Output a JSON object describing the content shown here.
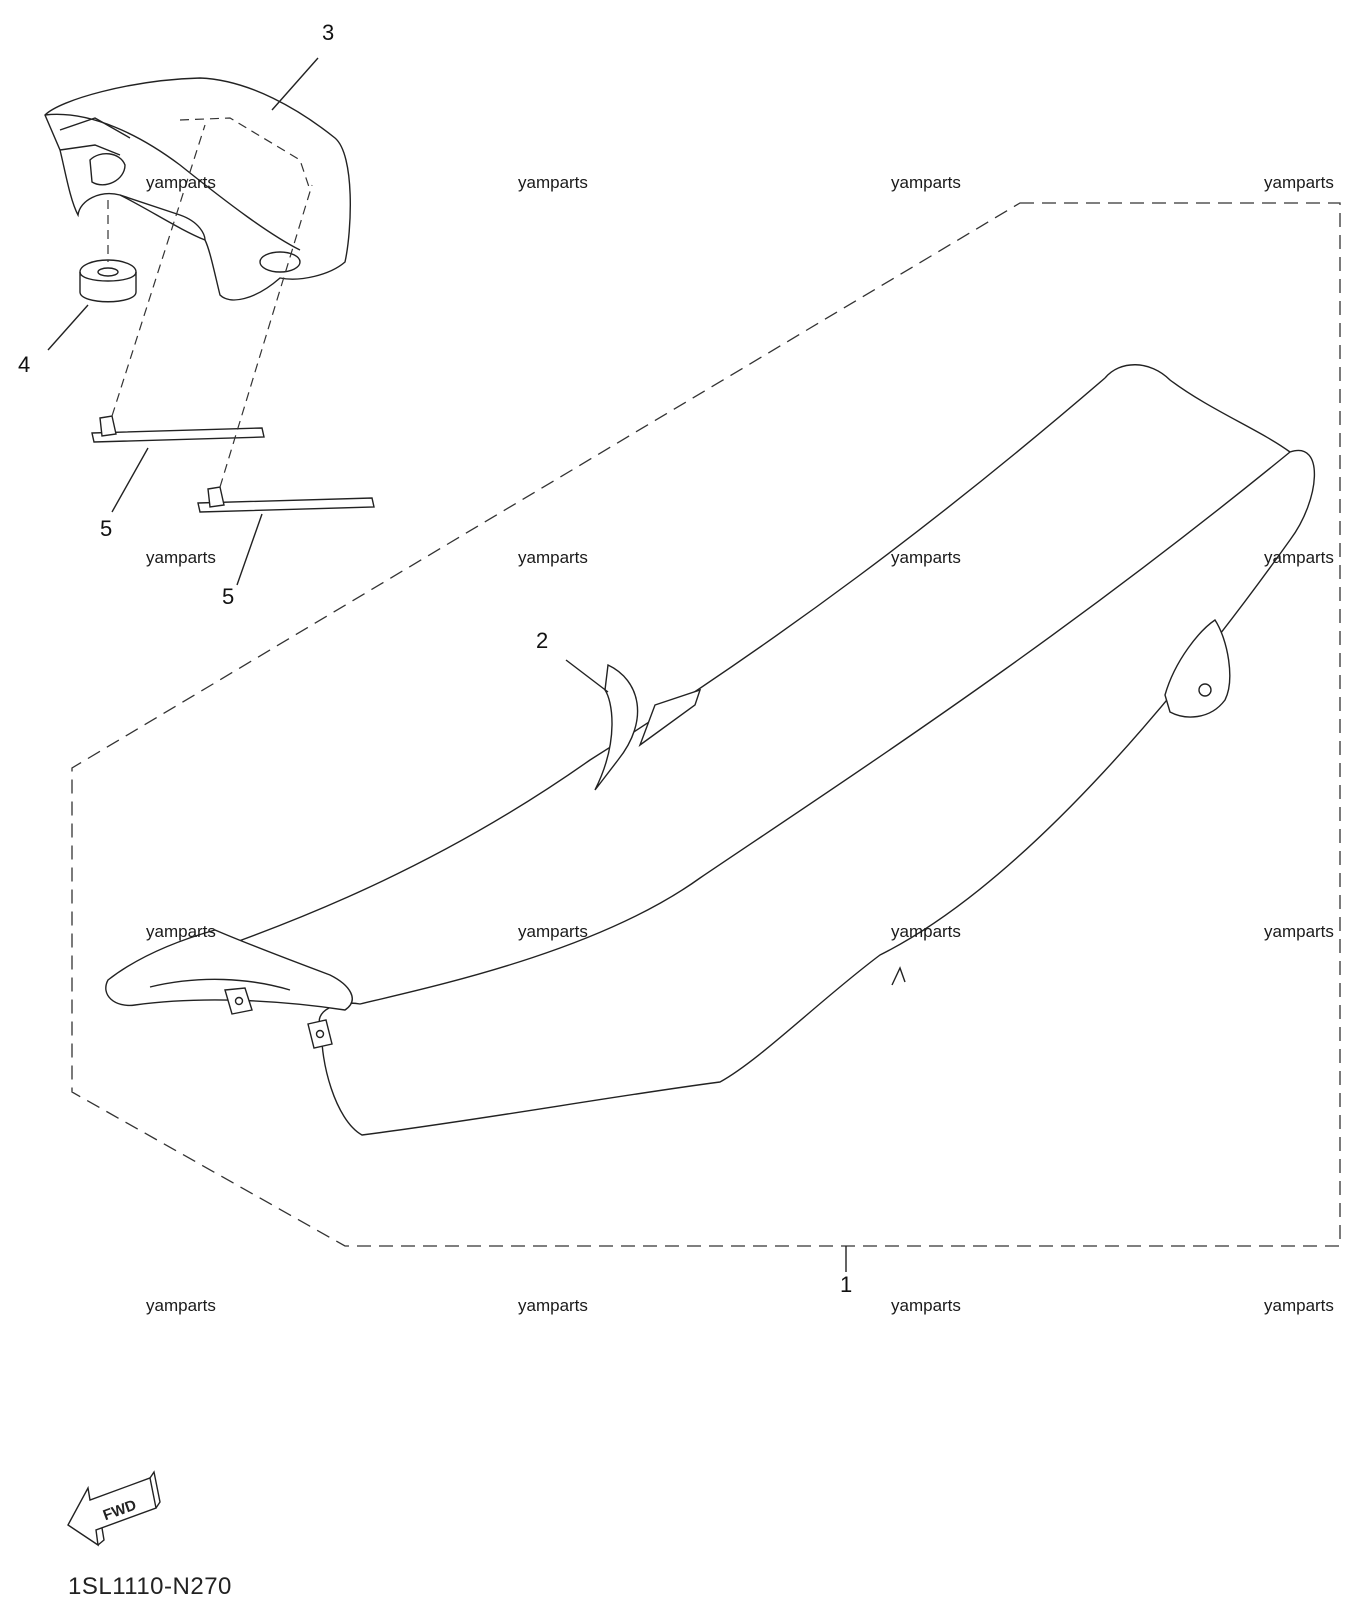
{
  "callouts": {
    "c1": "1",
    "c2": "2",
    "c3": "3",
    "c4": "4",
    "c5a": "5",
    "c5b": "5"
  },
  "watermark": "yamparts",
  "fwd_label": "FWD",
  "diagram_code": "1SL1110-N270"
}
